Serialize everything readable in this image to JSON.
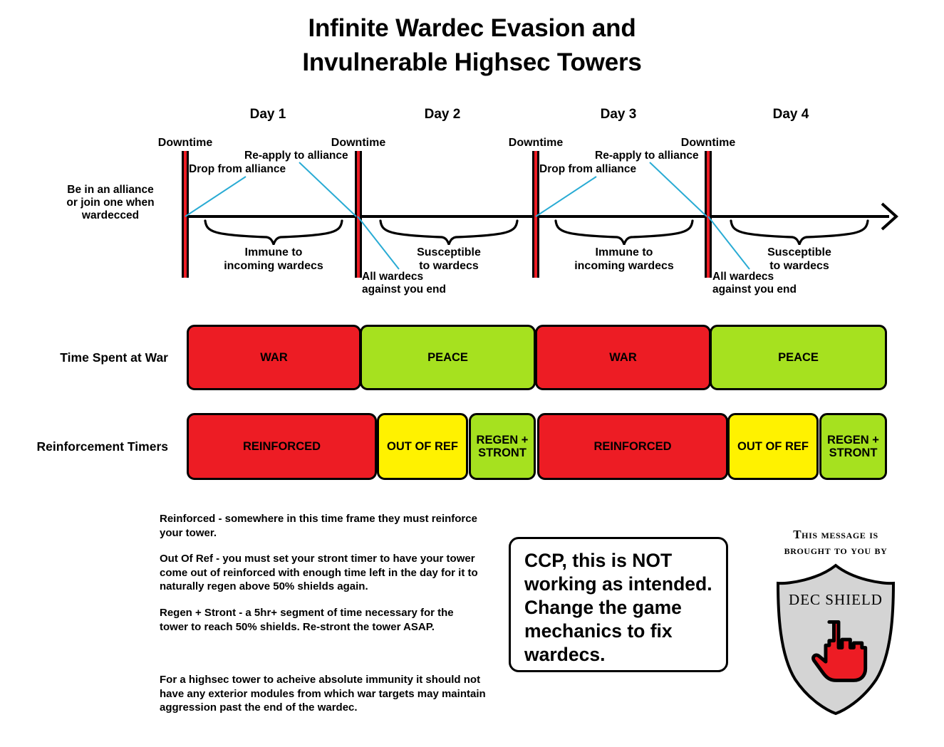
{
  "title": {
    "line1": "Infinite Wardec Evasion and",
    "line2": "Invulnerable Highsec Towers"
  },
  "colors": {
    "red": "#ED1C24",
    "green": "#A6E11F",
    "yellow": "#FFF200",
    "leader_cyan": "#29ABD4",
    "shield_grey": "#D4D4D4",
    "outline": "#000000"
  },
  "timeline": {
    "days": [
      "Day 1",
      "Day 2",
      "Day 3",
      "Day 4"
    ],
    "downtime_label": "Downtime",
    "downtime_count": 4,
    "left_note": {
      "line1": "Be in an alliance",
      "line2": "or join one when wardecced"
    },
    "annotations": {
      "drop": "Drop from alliance",
      "reapply": "Re-apply to alliance",
      "end_line1": "All wardecs",
      "end_line2": "against you end"
    },
    "braces": [
      {
        "line1": "Immune to",
        "line2": "incoming wardecs"
      },
      {
        "line1": "Susceptible",
        "line2": "to wardecs"
      },
      {
        "line1": "Immune to",
        "line2": "incoming wardecs"
      },
      {
        "line1": "Susceptible",
        "line2": "to wardecs"
      }
    ]
  },
  "rows": [
    {
      "label": "Time Spent at War",
      "segments": [
        {
          "text": "WAR",
          "color": "#ED1C24"
        },
        {
          "text": "PEACE",
          "color": "#A6E11F"
        },
        {
          "text": "WAR",
          "color": "#ED1C24"
        },
        {
          "text": "PEACE",
          "color": "#A6E11F"
        }
      ]
    },
    {
      "label": "Reinforcement Timers",
      "segments": [
        {
          "text": "REINFORCED",
          "color": "#ED1C24"
        },
        {
          "text": "OUT OF REF",
          "color": "#FFF200"
        },
        {
          "text": "REGEN + STRONT",
          "color": "#A6E11F"
        },
        {
          "text": "REINFORCED",
          "color": "#ED1C24"
        },
        {
          "text": "OUT OF REF",
          "color": "#FFF200"
        },
        {
          "text": "REGEN + STRONT",
          "color": "#A6E11F"
        }
      ]
    }
  ],
  "paragraphs": [
    "Reinforced - somewhere in this time frame they must reinforce your tower.",
    "Out Of Ref - you must set your stront timer to have your tower come out of reinforced with enough time left in the day for it to naturally regen above 50% shields again.",
    "Regen + Stront - a 5hr+ segment of time necessary for the tower to reach 50% shields. Re-stront the tower ASAP.",
    "For a highsec tower to acheive absolute immunity it should not have any exterior modules from which war targets may maintain aggression past the end of the wardec."
  ],
  "callout": {
    "text": "CCP, this is NOT working as intended. Change the game mechanics to fix wardecs."
  },
  "footer": {
    "brought_line1": "This message is",
    "brought_line2": "brought to you by",
    "shield_text": "DEC SHIELD"
  }
}
